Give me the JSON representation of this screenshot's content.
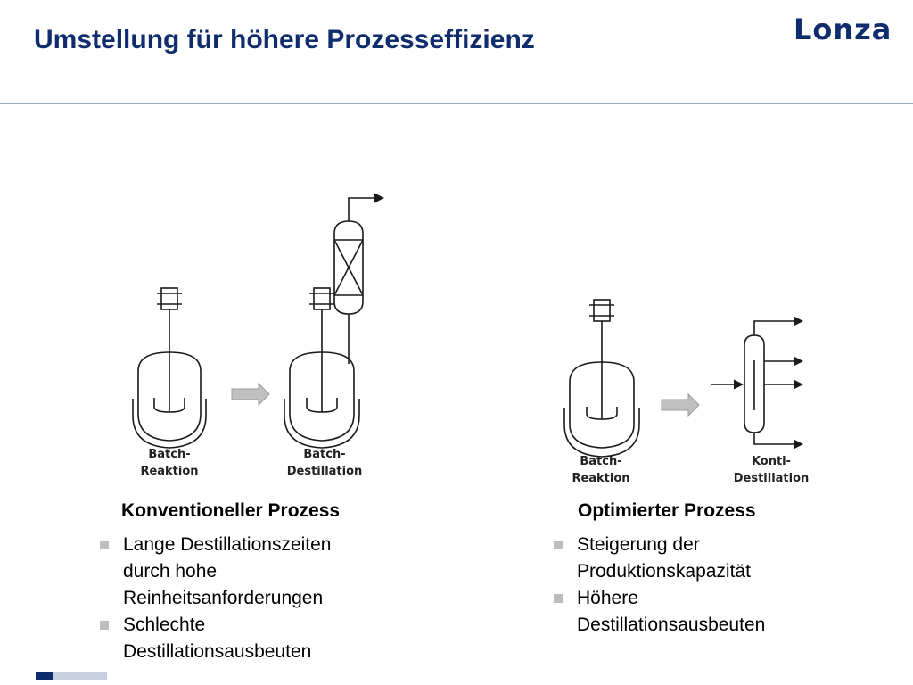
{
  "title": "Umstellung für höhere Prozesseffizienz",
  "logo_text": "Lonza",
  "colors": {
    "title": "#0f2d6e",
    "bullet": "#bdbdbd",
    "arrow_fill": "#c0c0c0"
  },
  "diagram": {
    "labels": {
      "batch_reaktion_left": {
        "line1": "Batch-",
        "line2": "Reaktion"
      },
      "batch_destillation": {
        "line1": "Batch-",
        "line2": "Destillation"
      },
      "batch_reaktion_right": {
        "line1": "Batch-",
        "line2": "Reaktion"
      },
      "konti_destillation": {
        "line1": "Konti-",
        "line2": "Destillation"
      }
    }
  },
  "left": {
    "heading": "Konventioneller Prozess",
    "bullets": [
      {
        "l1": "Lange Destillationszeiten",
        "l2": "durch hohe",
        "l3": "Reinheitsanforderungen"
      },
      {
        "l1": "Schlechte",
        "l2": "Destillationsausbeuten"
      }
    ]
  },
  "right": {
    "heading": "Optimierter Prozess",
    "bullets": [
      {
        "l1": "Steigerung der",
        "l2": "Produktionskapazität"
      },
      {
        "l1": "Höhere",
        "l2": "Destillationsausbeuten"
      }
    ]
  }
}
